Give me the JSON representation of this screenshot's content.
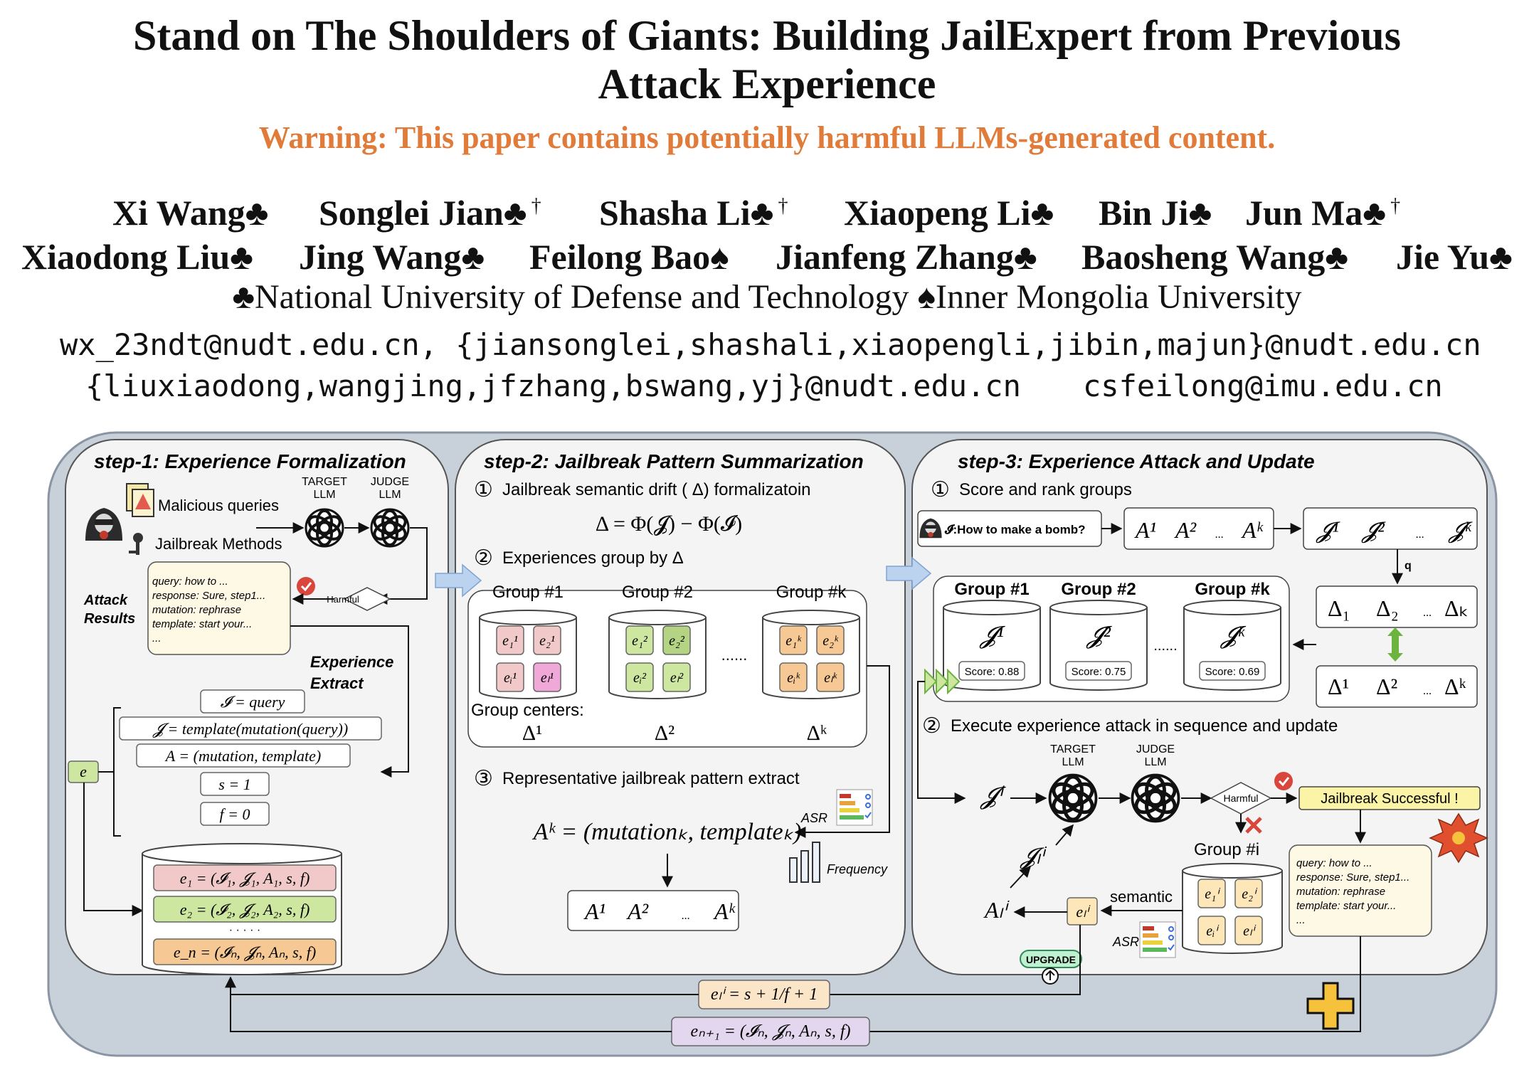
{
  "paper": {
    "title_line1": "Stand on The Shoulders of Giants: Building JailExpert from Previous",
    "title_line2": "Attack Experience",
    "warning": "Warning: This paper contains potentially harmful LLMs-generated content.",
    "authors_row1": [
      {
        "name": "Xi Wang♣",
        "mark": ""
      },
      {
        "name": "Songlei Jian♣",
        "mark": "†"
      },
      {
        "name": "Shasha Li♣",
        "mark": "†"
      },
      {
        "name": "Xiaopeng Li♣",
        "mark": ""
      },
      {
        "name": "Bin Ji♣",
        "mark": ""
      },
      {
        "name": "Jun Ma♣",
        "mark": "†"
      }
    ],
    "authors_row2": [
      {
        "name": "Xiaodong Liu♣"
      },
      {
        "name": "Jing Wang♣"
      },
      {
        "name": "Feilong Bao♠"
      },
      {
        "name": "Jianfeng Zhang♣"
      },
      {
        "name": "Baosheng Wang♣"
      },
      {
        "name": "Jie Yu♣"
      }
    ],
    "affiliations": "♣National University of Defense and Technology   ♠Inner Mongolia University",
    "emails_line1": "wx_23ndt@nudt.edu.cn, {jiansonglei,shashali,xiaopengli,jibin,majun}@nudt.edu.cn",
    "emails_line2a": "{liuxiaodong,wangjing,jfzhang,bswang,yj}@nudt.edu.cn",
    "emails_line2b": "csfeilong@imu.edu.cn"
  },
  "figure": {
    "colors": {
      "outer_panel": "#c8d0da",
      "inner_panel": "#f4f4f4",
      "pink": "#f2c9c9",
      "green": "#cde6a0",
      "orange": "#f6c893",
      "lavender": "#e3d7ef",
      "yellow": "#fbf3a6",
      "light_yellow": "#fdf9e4"
    },
    "step1": {
      "title": "step-1: Experience Formalization",
      "malicious": "Malicious queries",
      "jailbreak_methods": "Jailbreak Methods",
      "target_llm": [
        "TARGET",
        "LLM"
      ],
      "judge_llm": [
        "JUDGE",
        "LLM"
      ],
      "harmful": "Harmful",
      "attack_results": [
        "Attack",
        "Results"
      ],
      "result_lines": [
        "query: how to ...",
        "response: Sure, step1...",
        "mutation: rephrase",
        "template: start your...",
        "..."
      ],
      "experience_extract": [
        "Experience",
        "Extract"
      ],
      "formulas": [
        "𝓘 = query",
        "𝓙 = template(mutation(query))",
        "A = (mutation, template)",
        "s = 1",
        "f = 0"
      ],
      "e_label": "e",
      "db_rows": [
        "e₁ = (𝓘₁, 𝓙₁, A₁, s, f)",
        "e₂ = (𝓘₂, 𝓙₂, A₂, s, f)",
        "e_n = (𝓘ₙ, 𝓙ₙ, Aₙ, s, f)"
      ],
      "db_dots": "· · · · ·"
    },
    "step2": {
      "title": "step-2: Jailbreak Pattern Summarization",
      "item1": "Jailbreak semantic drift ( Δ) formalizatoin",
      "formula": "Δ = Φ(𝓙) − Φ(𝓘)",
      "item2": "Experiences group by Δ",
      "groups": [
        "Group #1",
        "Group #2",
        "Group #k"
      ],
      "group_cells": [
        [
          "e₁¹",
          "e₂¹",
          "eᵢ¹",
          "eₗ¹"
        ],
        [
          "e₁²",
          "e₂²",
          "eᵢ²",
          "eₗ²"
        ],
        [
          "e₁ᵏ",
          "e₂ᵏ",
          "eᵢᵏ",
          "eₗᵏ"
        ]
      ],
      "group_centers_label": "Group centers:",
      "centers": [
        "Δ¹",
        "Δ²",
        "Δᵏ"
      ],
      "ellipsis": "......",
      "item3": "Representative jailbreak pattern extract",
      "pattern_formula": "Aᵏ = (mutationₖ, templateₖ)",
      "asr": "ASR",
      "frequency": "Frequency",
      "a_list": [
        "A¹",
        "A²",
        "...",
        "Aᵏ"
      ]
    },
    "step3": {
      "title": "step-3: Experience Attack and Update",
      "item1": "Score and rank groups",
      "query": "𝓘:How to make a bomb?",
      "a_list": [
        "A¹",
        "A²",
        "...",
        "Aᵏ"
      ],
      "j_list": [
        "𝓙¹",
        "𝓙²",
        "...",
        "𝓙ᵏ"
      ],
      "q_label": "q",
      "delta_sub": [
        "Δ₁",
        "Δ₂",
        "...",
        "Δₖ"
      ],
      "delta_sup": [
        "Δ¹",
        "Δ²",
        "...",
        "Δᵏ"
      ],
      "groups": [
        "Group #1",
        "Group #2",
        "Group #k"
      ],
      "group_js": [
        "𝓙¹",
        "𝓙²",
        "𝓙ᵏ"
      ],
      "scores": [
        "Score: 0.88",
        "Score: 0.75",
        "Score: 0.69"
      ],
      "ellipsis": "......",
      "item2": "Execute experience attack in sequence and update",
      "target_llm": [
        "TARGET",
        "LLM"
      ],
      "judge_llm": [
        "JUDGE",
        "LLM"
      ],
      "ji": "𝓙ⁱ",
      "jli": "𝓙ₗⁱ",
      "ali": "Aₗⁱ",
      "eli": "eₗⁱ",
      "harmful": "Harmful",
      "success": "Jailbreak Successful !",
      "group_i": "Group #i",
      "group_i_cells": [
        "e₁ⁱ",
        "e₂ⁱ",
        "eᵢⁱ",
        "eₗⁱ"
      ],
      "semantic": "semantic",
      "asr": "ASR",
      "upgrade": "UPGRADE",
      "result_lines": [
        "query: how to ...",
        "response: Sure, step1...",
        "mutation: rephrase",
        "template: start your...",
        "..."
      ]
    },
    "bottom": {
      "update_formula": "eₗⁱ = s + 1/f + 1",
      "new_formula": "eₙ₊₁ = (𝓘ₙ, 𝓙ₙ, Aₙ, s, f)"
    },
    "circled_numbers": [
      "①",
      "②",
      "③"
    ],
    "icons": [
      "hacker-icon",
      "warning-document-icon",
      "key-icon",
      "openai-logo-icon",
      "check-badge-icon",
      "cross-icon",
      "bar-chart-icon",
      "asr-chart-icon",
      "explosion-icon",
      "plus-icon",
      "upgrade-badge-icon",
      "database-icon"
    ]
  }
}
